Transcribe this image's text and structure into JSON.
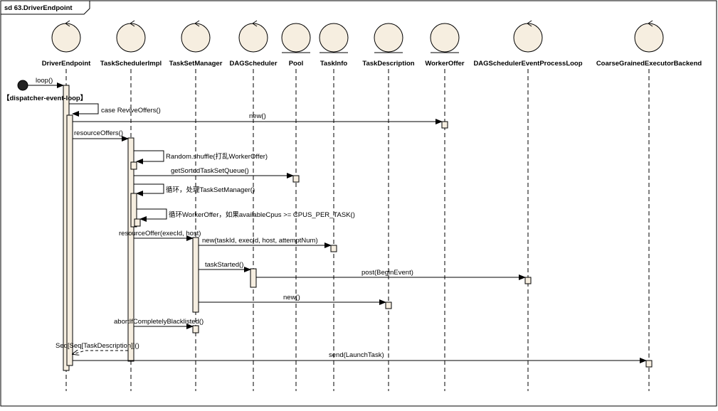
{
  "frame": {
    "title": "sd 63.DriverEndpoint"
  },
  "participants": [
    {
      "id": "driver",
      "label": "DriverEndpoint",
      "kind": "control"
    },
    {
      "id": "tsi",
      "label": "TaskSchedulerImpl",
      "kind": "control"
    },
    {
      "id": "tsm",
      "label": "TaskSetManager",
      "kind": "control"
    },
    {
      "id": "dag",
      "label": "DAGScheduler",
      "kind": "control"
    },
    {
      "id": "pool",
      "label": "Pool",
      "kind": "entity"
    },
    {
      "id": "taskinfo",
      "label": "TaskInfo",
      "kind": "entity"
    },
    {
      "id": "taskdesc",
      "label": "TaskDescription",
      "kind": "entity"
    },
    {
      "id": "workeroffer",
      "label": "WorkerOffer",
      "kind": "entity"
    },
    {
      "id": "dagloop",
      "label": "DAGSchedulerEventProcessLoop",
      "kind": "control"
    },
    {
      "id": "cgeb",
      "label": "CoarseGrainedExecutorBackend",
      "kind": "control"
    }
  ],
  "messages": [
    {
      "id": "loop",
      "label": "loop()",
      "from": "start",
      "to": "driver"
    },
    {
      "id": "revive",
      "label": "case ReviveOffers()",
      "from": "driver",
      "to": "driver"
    },
    {
      "id": "new-workeroffer",
      "label": "new()",
      "from": "driver",
      "to": "workeroffer"
    },
    {
      "id": "resourceOffers",
      "label": "resourceOffers()",
      "from": "driver",
      "to": "tsi"
    },
    {
      "id": "shuffle",
      "label": "Random.shuffle(打乱WorkerOffer)",
      "from": "tsi",
      "to": "tsi"
    },
    {
      "id": "getSorted",
      "label": "getSortedTaskSetQueue()",
      "from": "tsi",
      "to": "pool"
    },
    {
      "id": "loop-tsm",
      "label": "循环，处理TaskSetManager()",
      "from": "tsi",
      "to": "tsi"
    },
    {
      "id": "loop-offer",
      "label": "循环WorkerOffer，如果availableCpus >= CPUS_PER_TASK()",
      "from": "tsi",
      "to": "tsi"
    },
    {
      "id": "resourceOffer",
      "label": "resourceOffer(execId, host)",
      "from": "tsi",
      "to": "tsm"
    },
    {
      "id": "new-taskinfo",
      "label": "new(taskId, execId, host, attemptNum)",
      "from": "tsm",
      "to": "taskinfo"
    },
    {
      "id": "taskStarted",
      "label": "taskStarted()",
      "from": "tsm",
      "to": "dag"
    },
    {
      "id": "postBegin",
      "label": "post(BeginEvent)",
      "from": "dag",
      "to": "dagloop"
    },
    {
      "id": "new-taskdesc",
      "label": "new()",
      "from": "tsm",
      "to": "taskdesc"
    },
    {
      "id": "abort",
      "label": "abortIfCompletelyBlacklisted()",
      "from": "tsi",
      "to": "tsm"
    },
    {
      "id": "return-seq",
      "label": "Seq[Seq[TaskDescription]]()",
      "from": "tsi",
      "to": "driver",
      "kind": "return"
    },
    {
      "id": "launch",
      "label": "send(LaunchTask)",
      "from": "driver",
      "to": "cgeb"
    }
  ],
  "notes": {
    "dispatcher": "【dispatcher-event-loop】"
  },
  "colors": {
    "activation": "#f6eee0",
    "line": "#000000",
    "background": "#ffffff"
  }
}
